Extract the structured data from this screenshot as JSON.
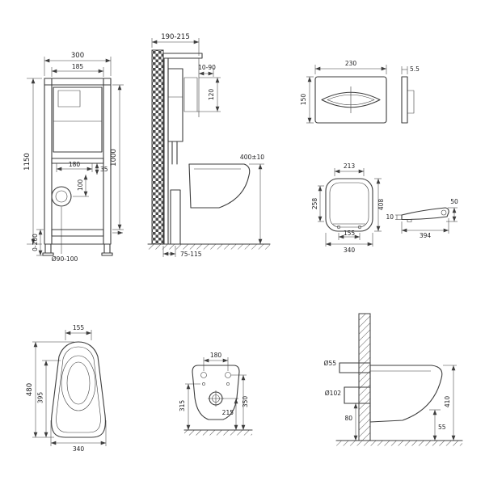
{
  "meta": {
    "description": "Wall-hung toilet and concealed installation frame dimensional drawing",
    "line_color": "#3d3d3d",
    "text_color": "#1c1c1e",
    "background": "#ffffff"
  },
  "frame_front": {
    "width": "300",
    "inner_width": "185",
    "height": "1150",
    "bracket_spacing": "180",
    "offset_small": "35",
    "outlet_drop": "100",
    "flush_height": "1000",
    "feet_adjust": "0-200",
    "outlet_diameter": "Ø90-100"
  },
  "frame_side": {
    "depth": "190-215",
    "panel_range": "10-90",
    "plate_offset": "120",
    "rim_height": "400±10",
    "outlet_distance": "75-115"
  },
  "flush_plate": {
    "width": "230",
    "height": "150",
    "thickness": "5.5"
  },
  "seat": {
    "top_width": "213",
    "left_length": "258",
    "total_length": "408",
    "hinge_spacing": "155",
    "width": "340",
    "profile_height": "50",
    "profile_length": "394",
    "profile_front": "10"
  },
  "bowl_top": {
    "front_width": "155",
    "total_length": "480",
    "inner_length": "395",
    "back_width": "340"
  },
  "bowl_back": {
    "hole_spacing": "180",
    "left_height": "315",
    "right_height": "350",
    "outlet_height": "215"
  },
  "bowl_side": {
    "inlet_diameter": "Ø55",
    "outlet_diameter": "Ø102",
    "height": "410",
    "outlet_center": "80",
    "bottom_gap": "55"
  }
}
